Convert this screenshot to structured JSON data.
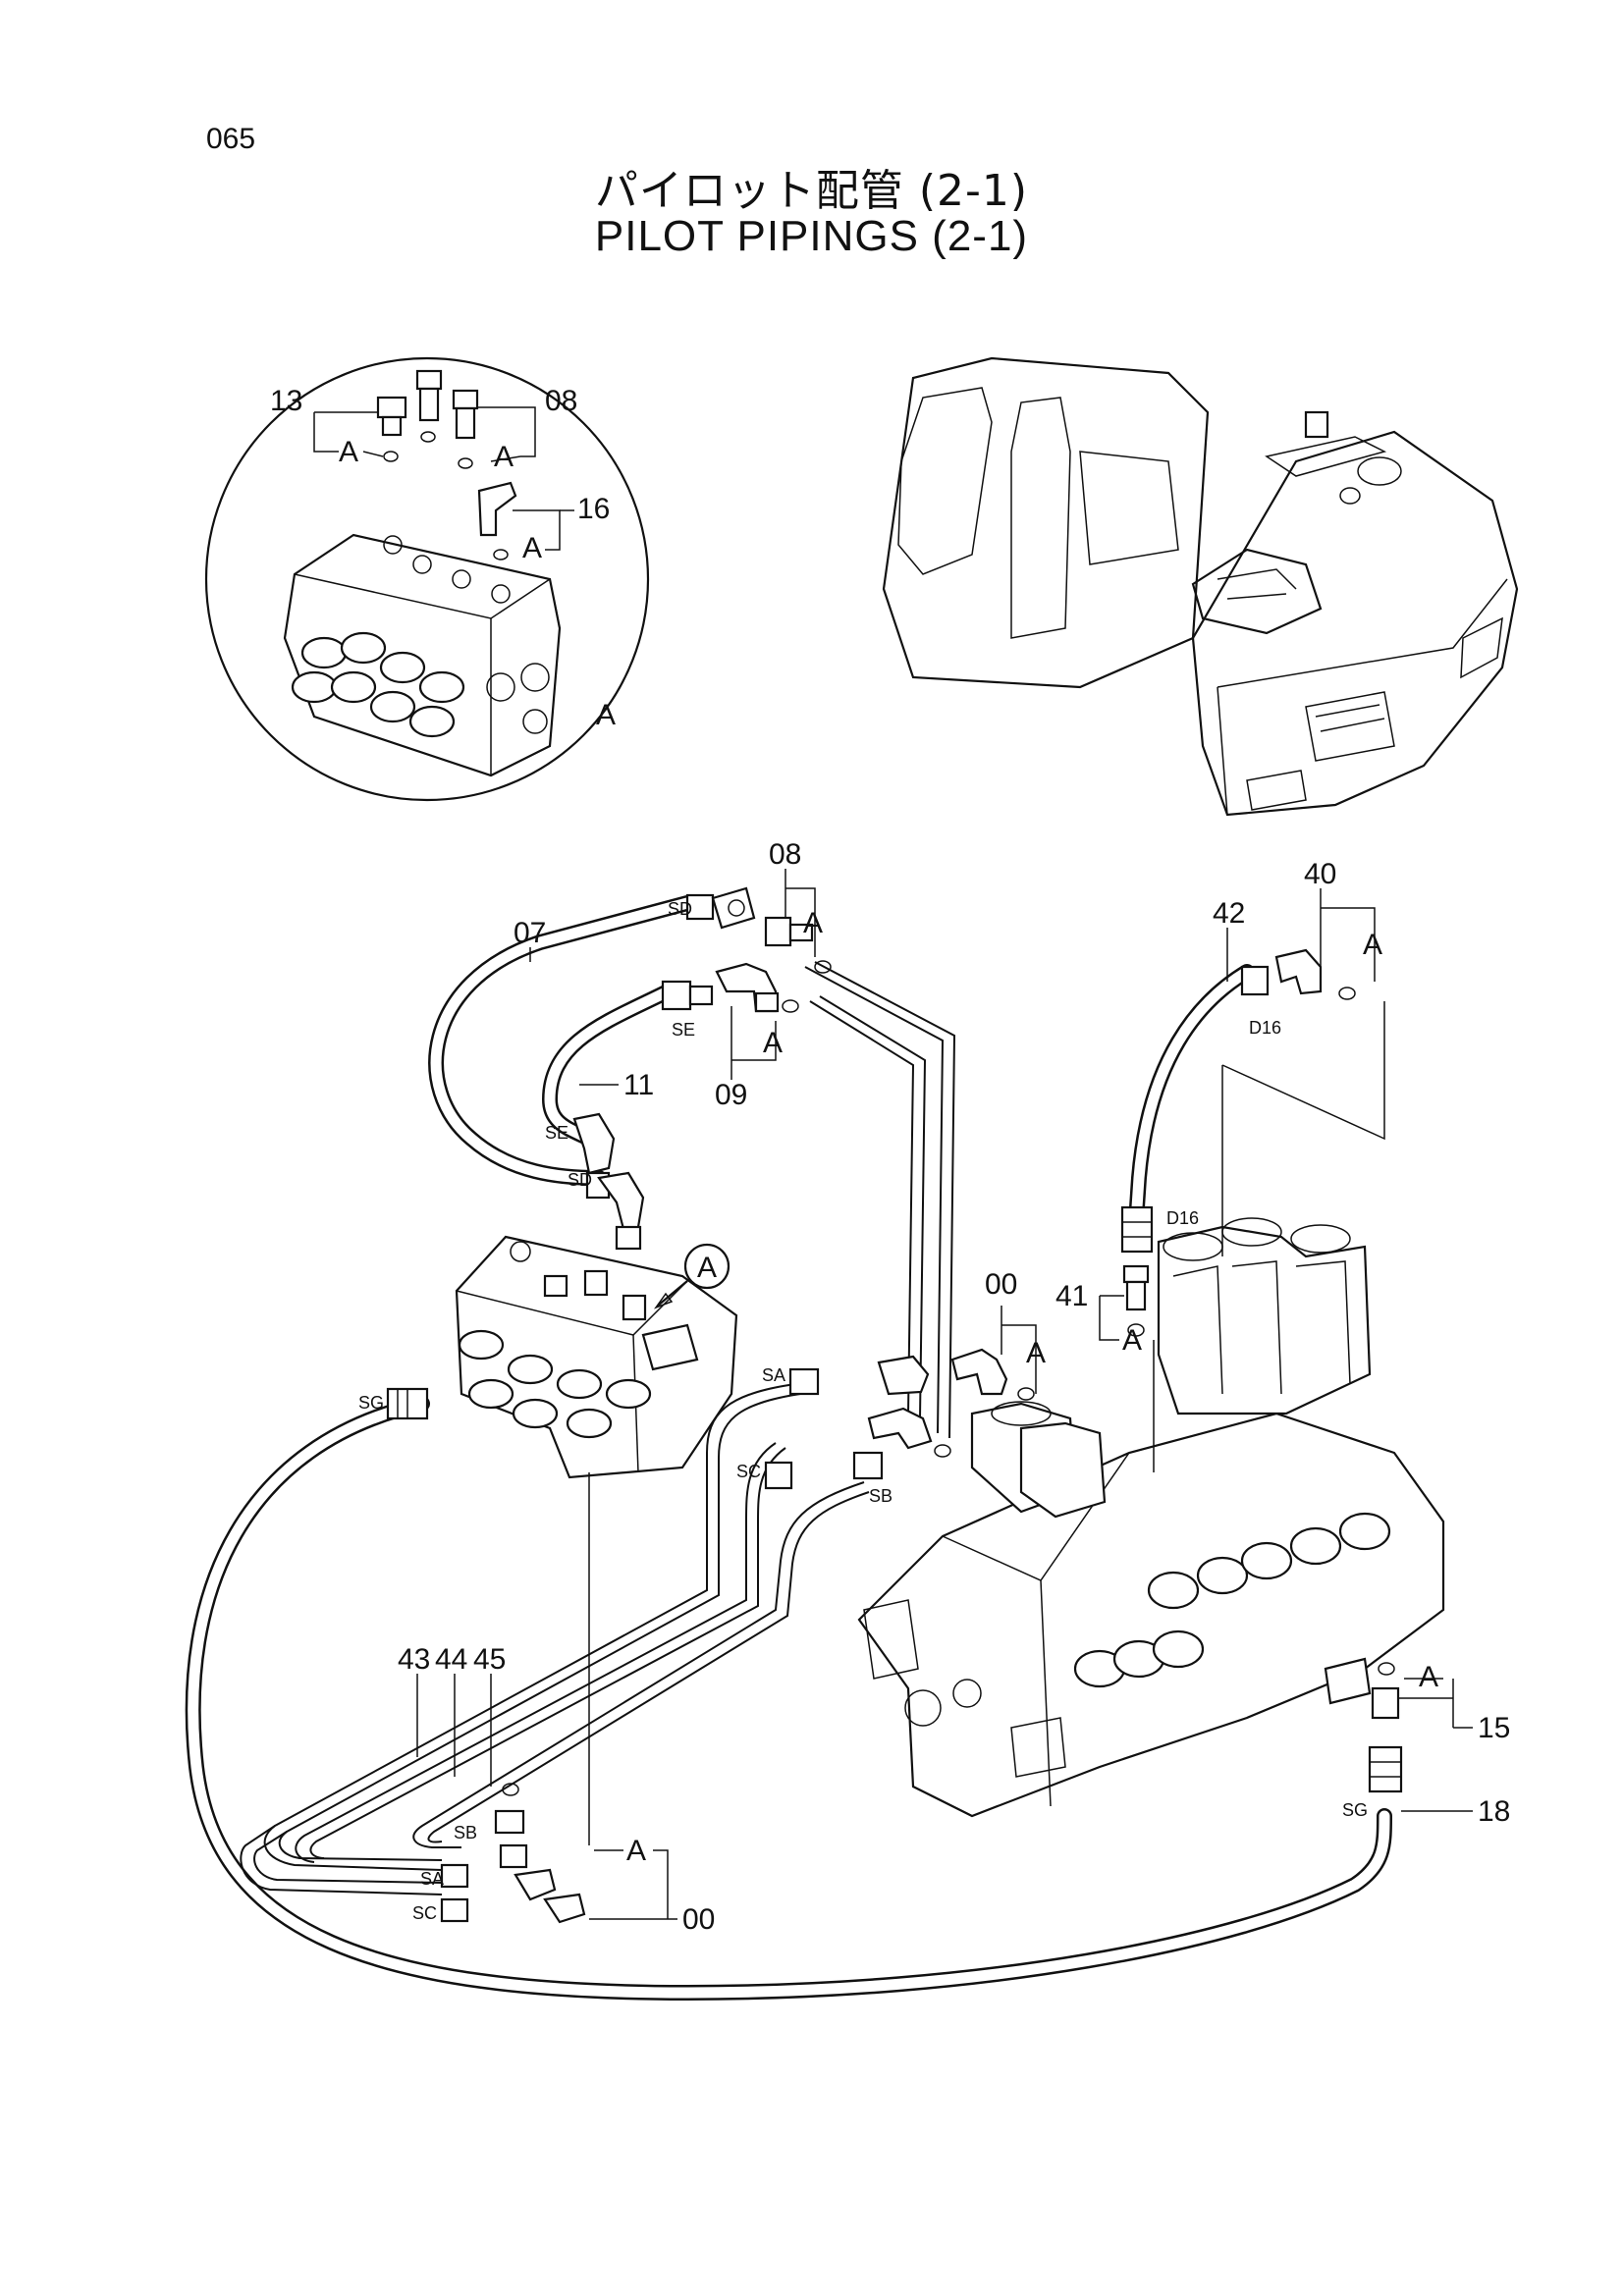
{
  "page_number": "065",
  "title_jp": "パイロット配管 (2-1)",
  "title_en": "PILOT PIPINGS (2-1)",
  "callouts": {
    "c00a": "00",
    "c00b": "00",
    "c07": "07",
    "c08a": "08",
    "c08b": "08",
    "c09": "09",
    "c11": "11",
    "c13": "13",
    "c15": "15",
    "c16": "16",
    "c18": "18",
    "c40": "40",
    "c41": "41",
    "c42": "42",
    "c43": "43",
    "c44": "44",
    "c45": "45"
  },
  "ref_letters": {
    "a1": "A",
    "a2": "A",
    "a3": "A",
    "a4": "A",
    "a5": "A",
    "a6": "A",
    "a7": "A",
    "a8": "A",
    "a9": "A",
    "a10": "A",
    "a11": "A",
    "a12": "A"
  },
  "detail_circle_label": "A",
  "detail_pointer_label": "A",
  "port_labels": {
    "sd1": "SD",
    "sd2": "SD",
    "se1": "SE",
    "se2": "SE",
    "sg1": "SG",
    "sg2": "SG",
    "sa1": "SA",
    "sa2": "SA",
    "sb1": "SB",
    "sb2": "SB",
    "sc1": "SC",
    "sc2": "SC",
    "d16a": "D16",
    "d16b": "D16"
  }
}
